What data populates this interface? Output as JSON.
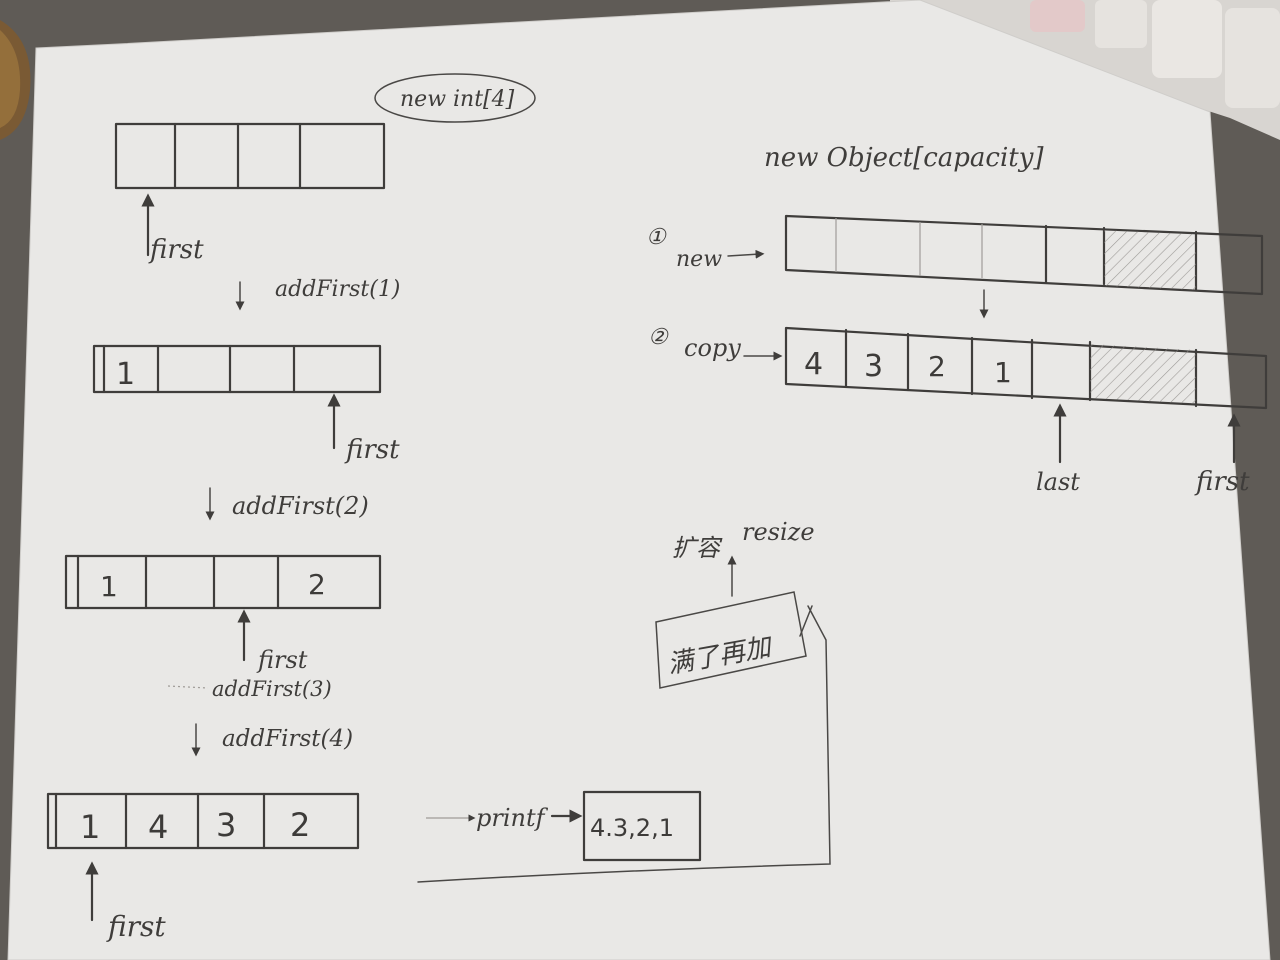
{
  "colors": {
    "paper": "#e9e8e6",
    "pencil": "#3f3d3b",
    "desk": "#5f5b56"
  },
  "top_note": "new int[4]",
  "left": {
    "array0": {
      "cells": [
        "",
        "",
        "",
        ""
      ],
      "pointer": "first"
    },
    "op1": "addFirst(1)",
    "array1": {
      "cells": [
        "1",
        "",
        "",
        ""
      ],
      "pointer": "first"
    },
    "op2": "addFirst(2)",
    "array2": {
      "cells": [
        "1",
        "",
        "",
        "2"
      ],
      "pointer": "first"
    },
    "op3": "addFirst(3)",
    "op4": "addFirst(4)",
    "array3": {
      "cells": [
        "1",
        "4",
        "3",
        "2"
      ],
      "pointer": "first"
    },
    "print_label": "printf",
    "print_output": "4.3,2,1"
  },
  "right": {
    "heading": "new Object[capacity]",
    "step1_num": "①",
    "step1_label": "new",
    "step2_num": "②",
    "step2_label": "copy",
    "copy_cells": [
      "4",
      "3",
      "2",
      "1",
      "",
      "",
      ""
    ],
    "pointer_last": "last",
    "pointer_first": "first"
  },
  "resize": {
    "label_cn": "扩容",
    "label_en": "resize",
    "full_cn": "满了再加"
  }
}
